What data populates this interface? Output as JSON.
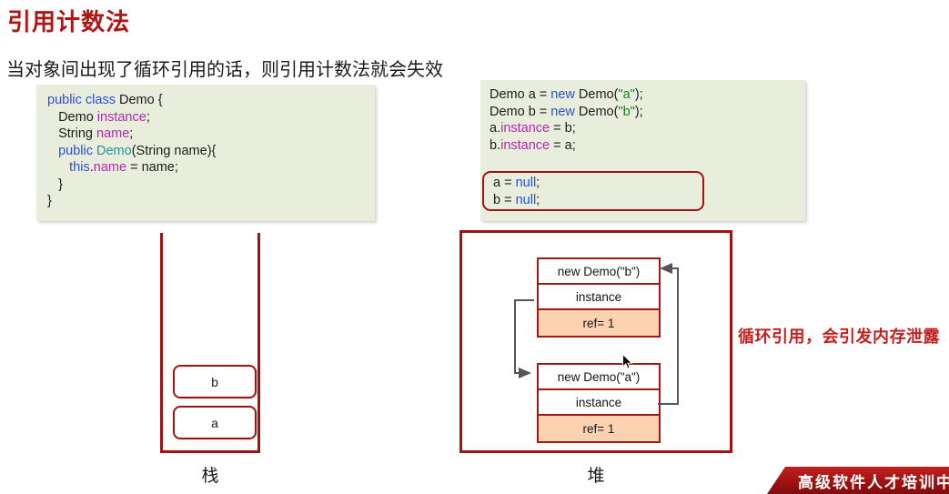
{
  "slide": {
    "title": "引用计数法",
    "subtitle": "当对象间出现了循环引用的话，则引用计数法就会失效"
  },
  "code_class": {
    "lines": [
      [
        {
          "t": "public class ",
          "c": "kw"
        },
        {
          "t": "Demo {",
          "c": "plain"
        }
      ],
      [
        {
          "t": "   Demo ",
          "c": "plain"
        },
        {
          "t": "instance",
          "c": "fld"
        },
        {
          "t": ";",
          "c": "plain"
        }
      ],
      [
        {
          "t": "   String ",
          "c": "plain"
        },
        {
          "t": "name",
          "c": "fld"
        },
        {
          "t": ";",
          "c": "plain"
        }
      ],
      [
        {
          "t": "   public ",
          "c": "kw"
        },
        {
          "t": "Demo",
          "c": "type2"
        },
        {
          "t": "(String name){",
          "c": "plain"
        }
      ],
      [
        {
          "t": "      this",
          "c": "kw"
        },
        {
          "t": ".",
          "c": "plain"
        },
        {
          "t": "name",
          "c": "fld"
        },
        {
          "t": " = name;",
          "c": "plain"
        }
      ],
      [
        {
          "t": "   }",
          "c": "plain"
        }
      ],
      [
        {
          "t": "}",
          "c": "plain"
        }
      ]
    ]
  },
  "code_main": {
    "lines": [
      [
        {
          "t": "Demo a = ",
          "c": "plain"
        },
        {
          "t": "new",
          "c": "kw"
        },
        {
          "t": " Demo(",
          "c": "plain"
        },
        {
          "t": "\"a\"",
          "c": "str"
        },
        {
          "t": ");",
          "c": "plain"
        }
      ],
      [
        {
          "t": "Demo b = ",
          "c": "plain"
        },
        {
          "t": "new",
          "c": "kw"
        },
        {
          "t": " Demo(",
          "c": "plain"
        },
        {
          "t": "\"b\"",
          "c": "str"
        },
        {
          "t": ");",
          "c": "plain"
        }
      ],
      [
        {
          "t": "a.",
          "c": "plain"
        },
        {
          "t": "instance",
          "c": "fld"
        },
        {
          "t": " = b;",
          "c": "plain"
        }
      ],
      [
        {
          "t": "b.",
          "c": "plain"
        },
        {
          "t": "instance",
          "c": "fld"
        },
        {
          "t": " = a;",
          "c": "plain"
        }
      ]
    ],
    "null_group_lines": [
      [
        {
          "t": "a = ",
          "c": "plain"
        },
        {
          "t": "null",
          "c": "kw"
        },
        {
          "t": ";",
          "c": "plain"
        }
      ],
      [
        {
          "t": "b = ",
          "c": "plain"
        },
        {
          "t": "null",
          "c": "kw"
        },
        {
          "t": ";",
          "c": "plain"
        }
      ]
    ]
  },
  "stack": {
    "label": "栈",
    "frames": [
      {
        "name": "b"
      },
      {
        "name": "a"
      }
    ]
  },
  "heap": {
    "label": "堆",
    "objects": [
      {
        "header": "new Demo(\"b\")",
        "field": "instance",
        "refcount": "ref= 1"
      },
      {
        "header": "new Demo(\"a\")",
        "field": "instance",
        "refcount": "ref= 1"
      }
    ]
  },
  "annotation": {
    "text": "循环引用，会引发内存泄露"
  },
  "watermark": {
    "text": "高级软件人才培训中"
  },
  "colors": {
    "title": "#b01515",
    "accent_red": "#9e1414",
    "code_bg": "#e9eedc",
    "refcount_bg": "#fcd2b0",
    "keyword": "#2b4fd6",
    "field": "#b429b4",
    "string": "#1f7a1f",
    "type": "#2b8f9b",
    "annotation": "#c32020"
  }
}
